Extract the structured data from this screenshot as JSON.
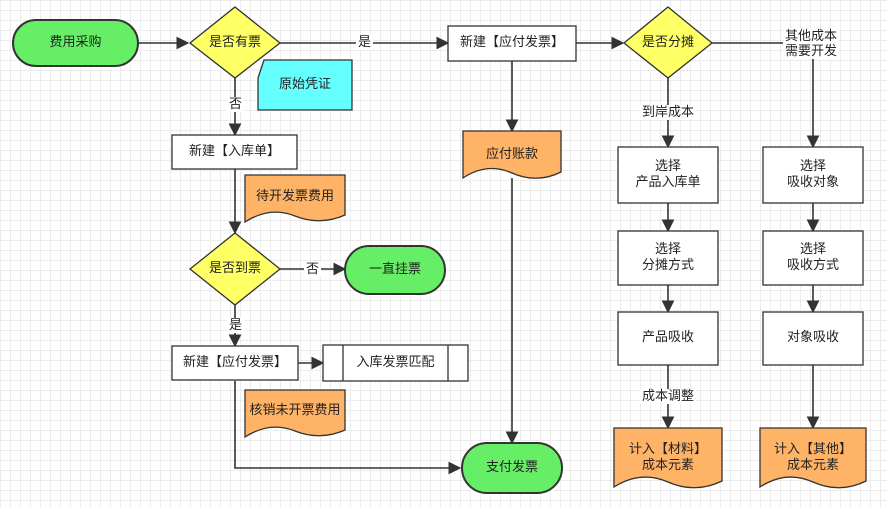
{
  "nodes": {
    "fee_purchase": "费用采购",
    "has_invoice": "是否有票",
    "original_voucher": "原始凭证",
    "new_inbound": "新建【入库单】",
    "pending_invoice_fee": "待开发票费用",
    "invoice_arrived": "是否到票",
    "keep_hanging": "一直挂票",
    "new_payable_left": "新建【应付发票】",
    "inbound_invoice_match": "入库发票匹配",
    "writeoff_uninvoiced": "核销未开票费用",
    "new_payable_top": "新建【应付发票】",
    "accounts_payable": "应付账款",
    "pay_invoice": "支付发票",
    "allocate": "是否分摊",
    "select_product_inbound": "选择\n产品入库单",
    "select_alloc_method": "选择\n分摊方式",
    "product_absorb": "产品吸收",
    "material_cost": "计入【材料】\n成本元素",
    "select_absorb_object": "选择\n吸收对象",
    "select_absorb_method": "选择\n吸收方式",
    "object_absorb": "对象吸收",
    "other_cost": "计入【其他】\n成本元素"
  },
  "edges": {
    "yes_top": "是",
    "no_left": "否",
    "no_right": "否",
    "yes_bottom": "是",
    "landed_cost": "到岸成本",
    "other_cost_dev": "其他成本\n需要开发",
    "cost_adjust": "成本调整"
  },
  "colors": {
    "green": "#66ee66",
    "yellow": "#ffff66",
    "orange": "#ffb366",
    "cyan": "#66ffff",
    "stroke": "#333333"
  }
}
